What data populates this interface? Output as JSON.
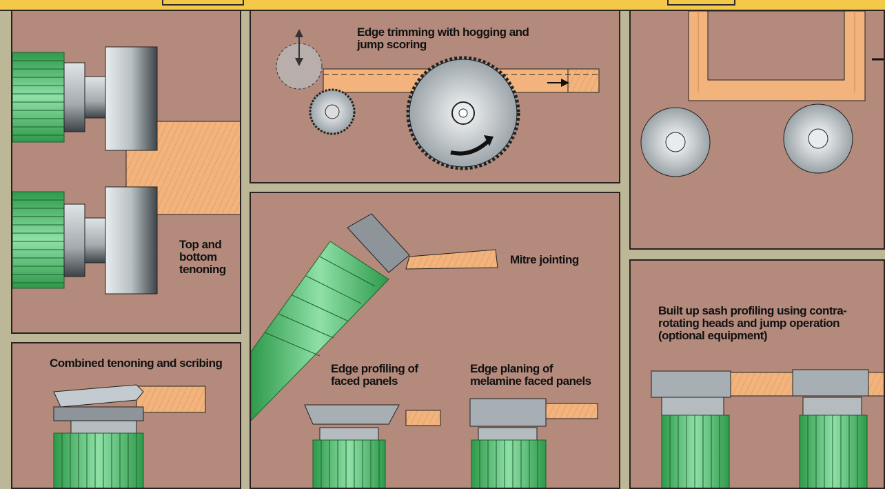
{
  "labels": {
    "edge_trimming": "Edge trimming with hogging and\njump scoring",
    "top_bottom": "Top and\nbottom\ntenoning",
    "mitre": "Mitre jointing",
    "combined": "Combined tenoning and scribing",
    "edge_profiling": "Edge profiling of\nfaced panels",
    "edge_planing": "Edge planing of\nmelamine faced panels",
    "sash": "Built up sash profiling using contra-\nrotating heads and jump operation\n(optional equipment)"
  },
  "colors": {
    "panel": "#b38a7c",
    "border": "#2a2222",
    "frame": "#bcb796",
    "header": "#f4c94a",
    "motor_green": "#3fb85a",
    "wood": "#f2b37c",
    "steel": "#9aa3a8"
  }
}
